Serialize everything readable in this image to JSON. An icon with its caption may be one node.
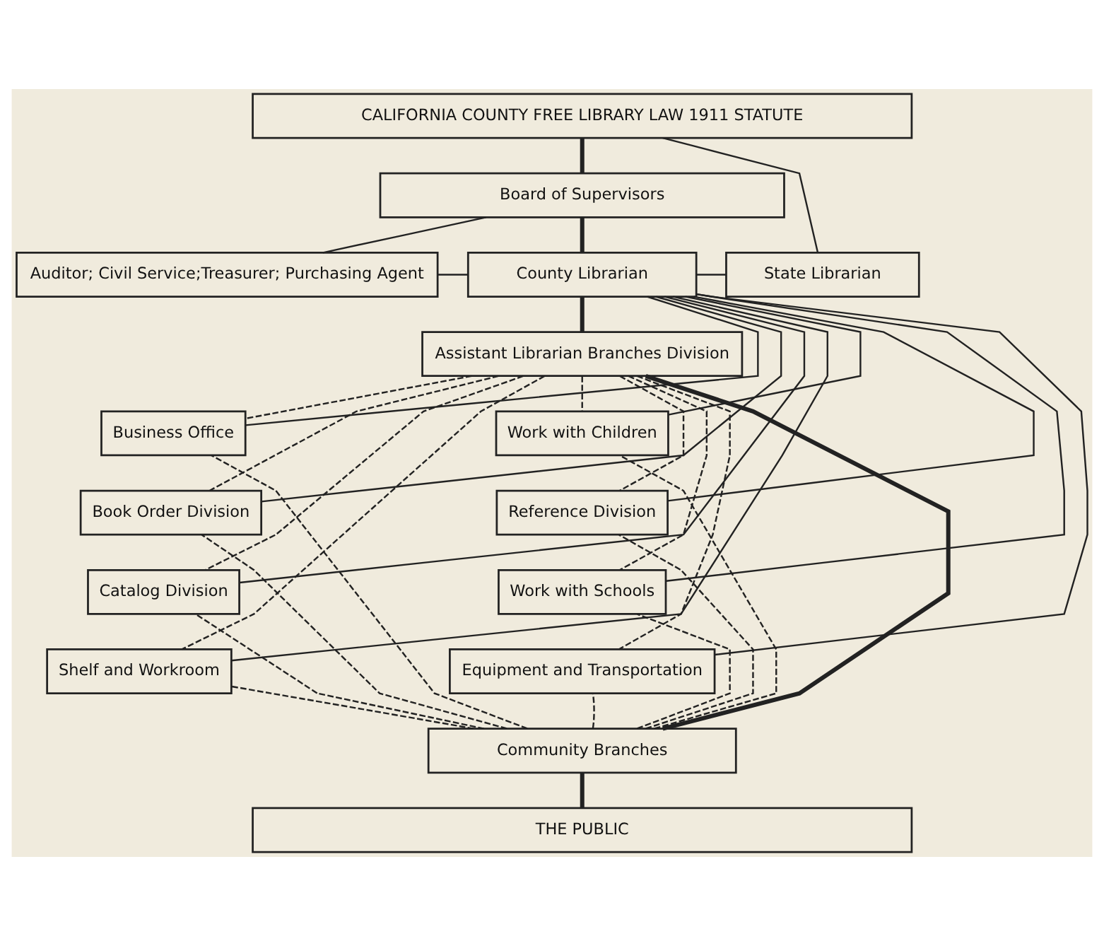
{
  "diagram": {
    "nodes": [
      {
        "text": [
          "CALIFORNIA COUNTY FREE LIBRARY LAW 1911 STATUTE"
        ]
      },
      {
        "text": [
          "Board of Supervisors"
        ]
      },
      {
        "text": [
          "Auditor; Civil Service;Treasurer; Purchasing Agent"
        ]
      },
      {
        "text": [
          "County Librarian"
        ]
      },
      {
        "text": [
          "State Librarian"
        ]
      },
      {
        "text": [
          "Assistant Librarian Branches Division"
        ]
      },
      {
        "text": [
          "Business Office"
        ]
      },
      {
        "text": [
          "Book Order Division"
        ]
      },
      {
        "text": [
          "Catalog Division"
        ]
      },
      {
        "text": [
          "Shelf and Workroom"
        ]
      },
      {
        "text": [
          "Work with Children"
        ]
      },
      {
        "text": [
          "Reference Division"
        ]
      },
      {
        "text": [
          "Work with Schools"
        ]
      },
      {
        "text": [
          "Equipment and Transportation"
        ]
      },
      {
        "text": [
          "Community Branches"
        ]
      },
      {
        "text": [
          "THE PUBLIC"
        ]
      }
    ],
    "edges": [
      {
        "from": 0,
        "to": 1,
        "arrow": "none",
        "style": "thick"
      },
      {
        "from": 0,
        "to": 4,
        "arrow": "none"
      },
      {
        "from": 1,
        "to": 3,
        "arrow": "none",
        "style": "thick"
      },
      {
        "from": 1,
        "to": 2,
        "arrow": "none"
      },
      {
        "from": 2,
        "to": 3,
        "arrow": "none"
      },
      {
        "from": 3,
        "to": 4,
        "arrow": "none"
      },
      {
        "from": 3,
        "to": 5,
        "arrow": "none",
        "style": "thick"
      },
      {
        "from": 3,
        "to": 6,
        "arrow": "none"
      },
      {
        "from": 3,
        "to": 7,
        "arrow": "none"
      },
      {
        "from": 3,
        "to": 8,
        "arrow": "none"
      },
      {
        "from": 3,
        "to": 9,
        "arrow": "none"
      },
      {
        "from": 3,
        "to": 10,
        "arrow": "none"
      },
      {
        "from": 3,
        "to": 11,
        "arrow": "none"
      },
      {
        "from": 3,
        "to": 12,
        "arrow": "none"
      },
      {
        "from": 3,
        "to": 13,
        "arrow": "none"
      },
      {
        "from": 5,
        "to": 6,
        "arrow": "none",
        "style": "dashed"
      },
      {
        "from": 5,
        "to": 7,
        "arrow": "none",
        "style": "dashed"
      },
      {
        "from": 5,
        "to": 8,
        "arrow": "none",
        "style": "dashed"
      },
      {
        "from": 5,
        "to": 9,
        "arrow": "none",
        "style": "dashed"
      },
      {
        "from": 5,
        "to": 10,
        "arrow": "none",
        "style": "dashed"
      },
      {
        "from": 5,
        "to": 11,
        "arrow": "none",
        "style": "dashed"
      },
      {
        "from": 5,
        "to": 12,
        "arrow": "none",
        "style": "dashed"
      },
      {
        "from": 5,
        "to": 13,
        "arrow": "none",
        "style": "dashed"
      },
      {
        "from": 14,
        "to": 6,
        "arrow": "none",
        "style": "dashed"
      },
      {
        "from": 14,
        "to": 7,
        "arrow": "none",
        "style": "dashed"
      },
      {
        "from": 14,
        "to": 8,
        "arrow": "none",
        "style": "dashed"
      },
      {
        "from": 14,
        "to": 9,
        "arrow": "none",
        "style": "dashed"
      },
      {
        "from": 14,
        "to": 10,
        "arrow": "none",
        "style": "dashed"
      },
      {
        "from": 14,
        "to": 11,
        "arrow": "none",
        "style": "dashed"
      },
      {
        "from": 14,
        "to": 12,
        "arrow": "none",
        "style": "dashed"
      },
      {
        "from": 14,
        "to": 13,
        "arrow": "none",
        "style": "dashed"
      },
      {
        "from": 5,
        "to": 14,
        "arrow": "none",
        "style": "thick"
      },
      {
        "from": 14,
        "to": 15,
        "arrow": "none",
        "style": "thick"
      }
    ]
  }
}
